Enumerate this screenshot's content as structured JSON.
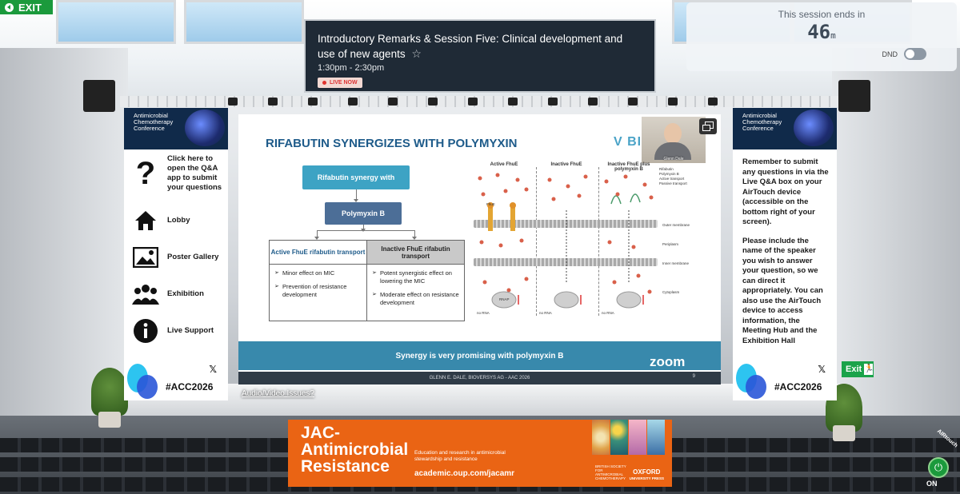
{
  "exit_button": {
    "label": "EXIT"
  },
  "session": {
    "title": "Introductory Remarks & Session Five: Clinical development and use of new agents",
    "time": "1:30pm - 2:30pm",
    "live_badge": "LIVE NOW"
  },
  "timer": {
    "label": "This session ends in",
    "value": "46",
    "unit": "m",
    "dnd_label": "DND",
    "dnd_on": false
  },
  "left_banner": {
    "conference_lines": [
      "Antimicrobial",
      "Chemotherapy",
      "Conference"
    ],
    "items": [
      {
        "label": "Click here to open the Q&A app to submit your questions",
        "icon": "question-mark-icon"
      },
      {
        "label": "Lobby",
        "icon": "home-icon"
      },
      {
        "label": "Poster Gallery",
        "icon": "image-icon"
      },
      {
        "label": "Exhibition",
        "icon": "people-icon"
      },
      {
        "label": "Live Support",
        "icon": "info-icon"
      }
    ],
    "hashtag": "#ACC2026"
  },
  "right_banner": {
    "conference_lines": [
      "Antimicrobial",
      "Chemotherapy",
      "Conference"
    ],
    "paragraphs": [
      "Remember to submit any questions in via the Live Q&A box on your AirTouch device (accessible on the bottom right of your screen).",
      "Please include the name of the speaker you wish to answer your question, so we can direct it appropriately. You can also use the AirTouch device to access information, the Meeting Hub and the Exhibition Hall"
    ],
    "hashtag": "#ACC2026"
  },
  "slide": {
    "title": "RIFABUTIN SYNERGIZES WITH POLYMYXIN",
    "logo_text": "V BI",
    "webcam_name": "Glenn Dale",
    "box_top": "Rifabutin synergy with",
    "box_mid": "Polymyxin B",
    "table": {
      "headers": [
        "Active FhuE rifabutin transport",
        "Inactive FhuE rifabutin transport"
      ],
      "col1": [
        "Minor effect on MIC",
        "Prevention of resistance development"
      ],
      "col2": [
        "Potent synergistic effect on lowering the MIC",
        "Moderate effect on resistance development"
      ]
    },
    "diagram": {
      "columns": [
        "Active FhuE",
        "Inactive FhuE",
        "Inactive FhuE plus polymyxin B"
      ],
      "legend": [
        "Rifabutin",
        "Polymyxin B",
        "Active transport",
        "Passive transport"
      ],
      "layers": [
        "Outer membrane",
        "Periplasm",
        "Inner membrane",
        "Cytoplasm"
      ],
      "fhue_label": "FhuE",
      "rnap_label": "RNAP",
      "rna_labels": [
        "no RNA",
        "no RNA",
        "no RNA"
      ]
    },
    "footer_text": "Synergy is very promising with polymyxin B",
    "zoom_mark": "zoom",
    "credit": "GLENN E. DALE, BIOVERSYS AG - AAC 2026",
    "page_number": "9"
  },
  "av_link": "Audio/Video Issues?",
  "ad": {
    "title_lines": [
      "JAC-",
      "Antimicrobial",
      "Resistance"
    ],
    "description": "Education and research in antimicrobial stewardship and resistance",
    "url": "academic.oup.com/jacamr",
    "society": "BRITISH SOCIETY FOR ANTIMICROBIAL CHEMOTHERAPY",
    "publisher_lines": [
      "OXFORD",
      "UNIVERSITY PRESS"
    ]
  },
  "exit_sign": {
    "label": "Exit"
  },
  "airtouch": {
    "label": "AIRtouch",
    "status": "ON"
  },
  "colors": {
    "accent_green": "#1b9a3c",
    "slide_blue": "#1e5b8a",
    "ad_orange": "#ea6414",
    "banner_navy": "#102a4a"
  }
}
